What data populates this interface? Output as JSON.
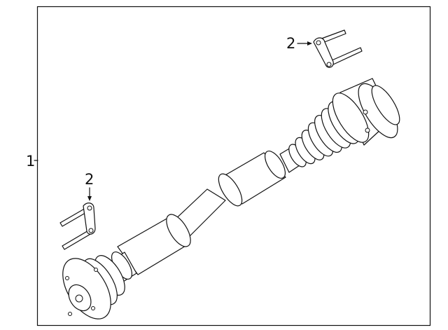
{
  "callouts": {
    "main_part": "1",
    "bolt_top": "2",
    "bolt_left": "2"
  }
}
